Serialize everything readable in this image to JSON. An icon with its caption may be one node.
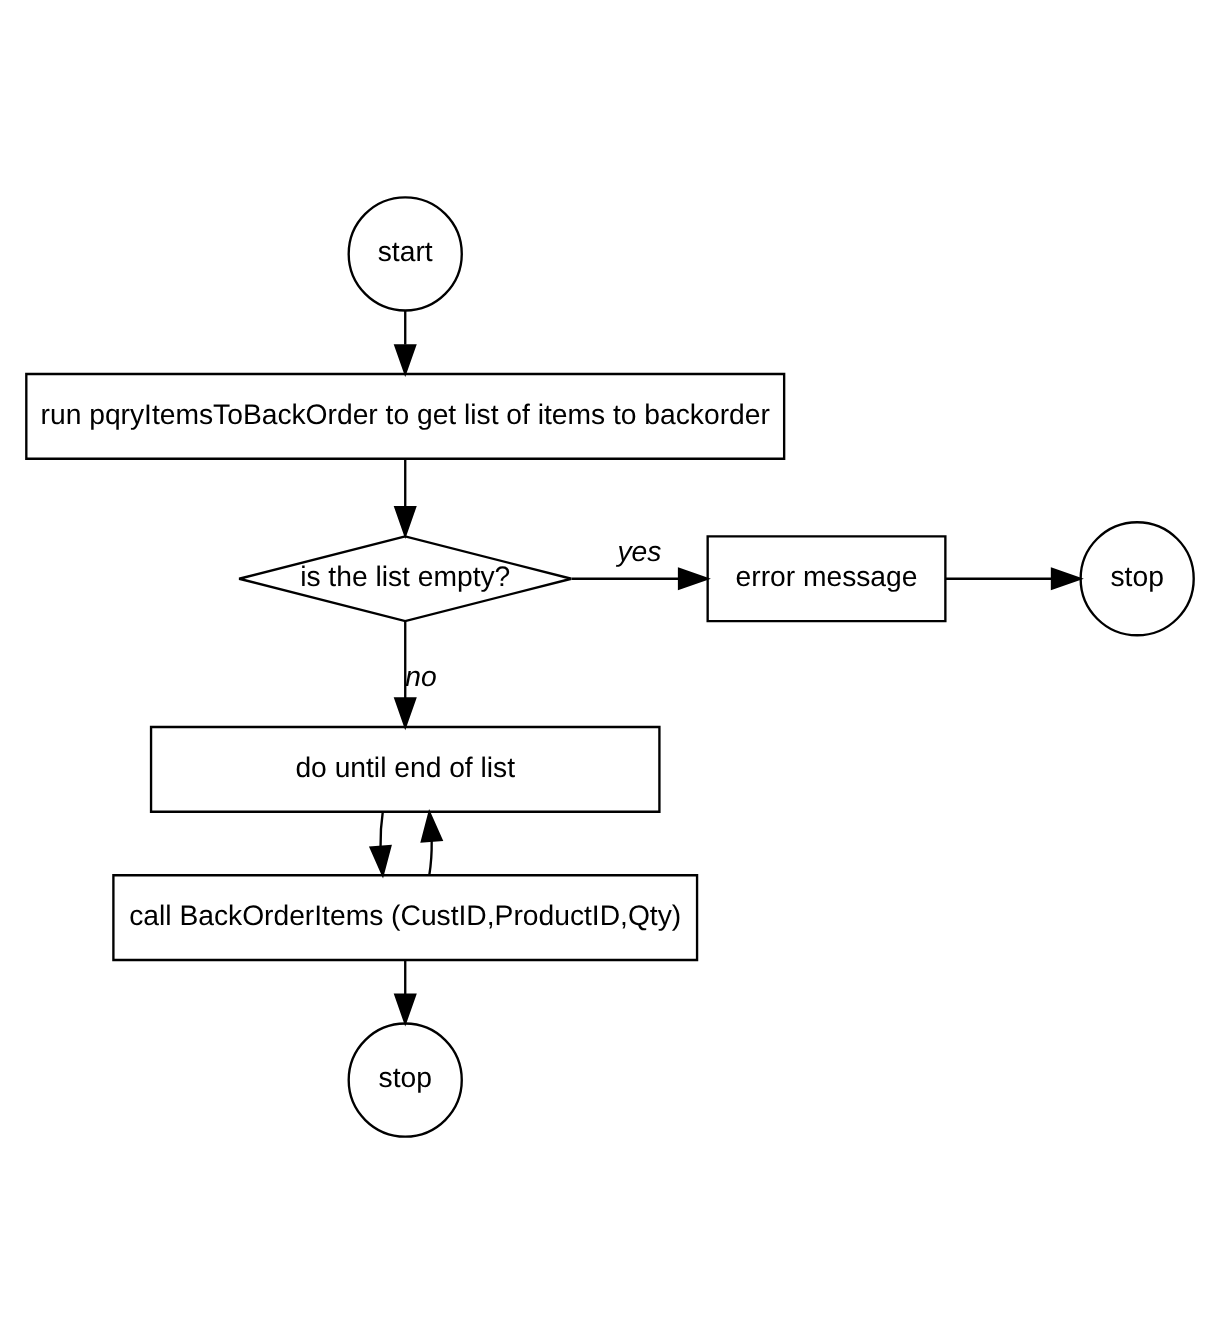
{
  "diagram": {
    "nodes": [
      {
        "text": [
          "start"
        ]
      },
      {
        "text": [
          "run pqryItemsToBackOrder to get list of items to backorder"
        ]
      },
      {
        "text": [
          "is the list empty?"
        ]
      },
      {
        "text": [
          "error message"
        ]
      },
      {
        "text": [
          "stop"
        ]
      },
      {
        "text": [
          "do until end of list"
        ]
      },
      {
        "text": [
          "call BackOrderItems (CustID,ProductID,Qty)"
        ]
      },
      {
        "text": [
          "stop"
        ]
      }
    ],
    "edges": [
      {
        "from": 0,
        "to": 1,
        "arrow": "to"
      },
      {
        "from": 1,
        "to": 2,
        "arrow": "to"
      },
      {
        "from": 2,
        "to": 3,
        "arrow": "to",
        "label": "yes"
      },
      {
        "from": 3,
        "to": 4,
        "arrow": "to"
      },
      {
        "from": 2,
        "to": 5,
        "arrow": "to",
        "label": "no"
      },
      {
        "from": 5,
        "to": 6,
        "arrow": "to"
      },
      {
        "from": 6,
        "to": 7,
        "arrow": "to"
      },
      {
        "from": 6,
        "to": 5,
        "arrow": "to"
      }
    ]
  }
}
